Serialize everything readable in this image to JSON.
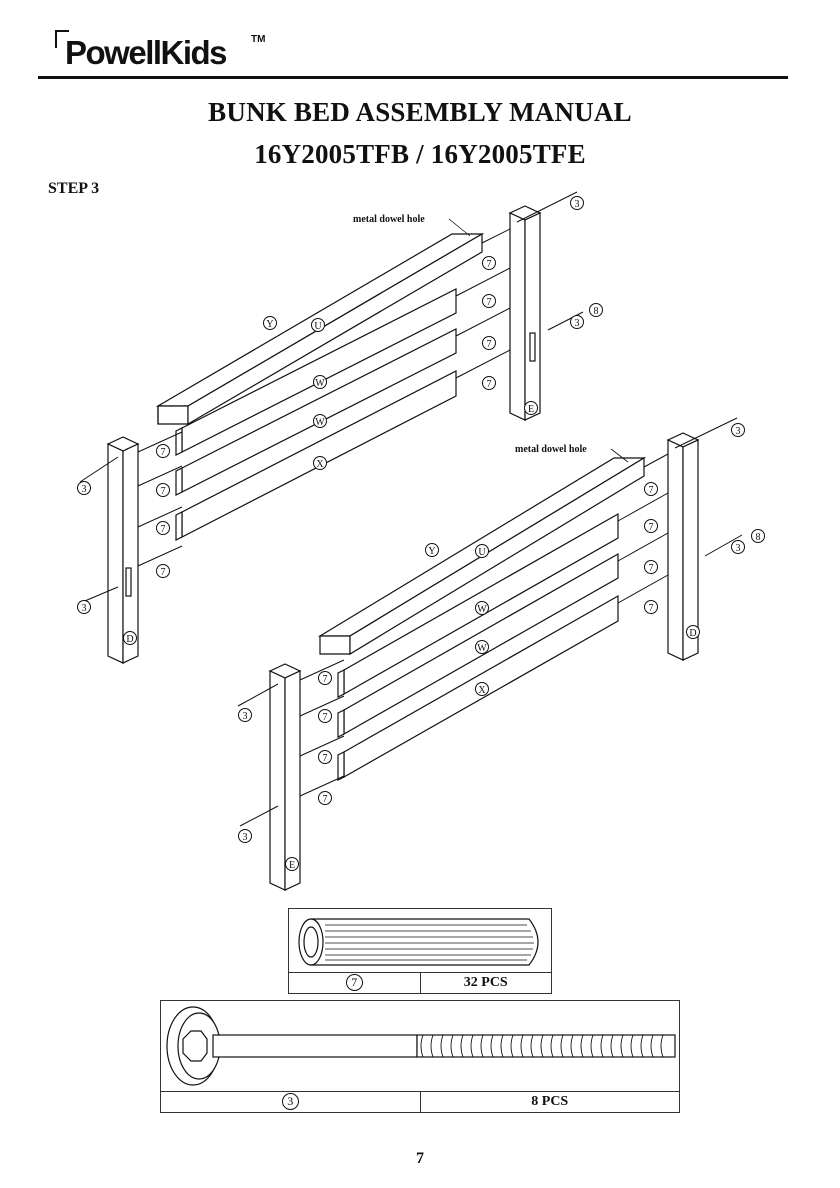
{
  "header": {
    "logo_text": "PowellKids",
    "logo_tm": "TM",
    "title": "BUNK BED ASSEMBLY MANUAL",
    "model": "16Y2005TFB / 16Y2005TFE"
  },
  "step": {
    "label": "STEP 3"
  },
  "diagram": {
    "callout_top": "metal dowel hole",
    "callout_bottom": "metal dowel hole",
    "part_labels": {
      "dowel": "7",
      "bolt": "3",
      "washer": "8",
      "post_e": "E",
      "post_d": "D",
      "rail_y": "Y",
      "rail_u": "U",
      "rail_w": "W",
      "rail_x": "X"
    }
  },
  "parts": [
    {
      "id": "7",
      "qty": "32 PCS"
    },
    {
      "id": "3",
      "qty": "8 PCS"
    }
  ],
  "page_number": "7"
}
